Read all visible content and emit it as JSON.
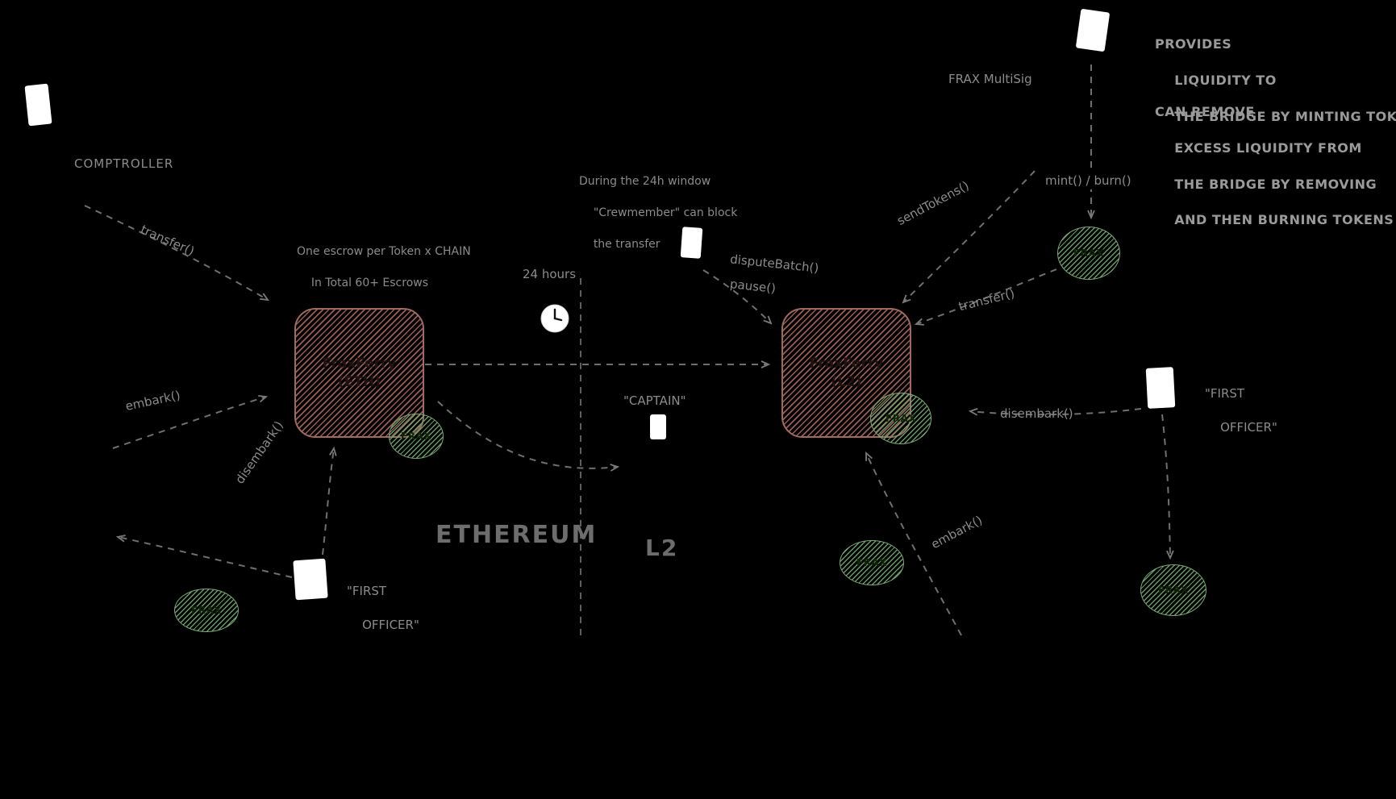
{
  "diagram": {
    "ethereum_label": "ETHEREUM",
    "l2_label": "L2",
    "clock_label": "24 hours",
    "comptroller_label": "COMPTROLLER",
    "transfer_left_label": "transfer()",
    "escrow_note": {
      "line1": "One escrow per Token x CHAIN",
      "line2": "In Total 60+ Escrows"
    },
    "left_box": {
      "line1": "FraxFerry",
      "line2": "(ETH)"
    },
    "right_box": {
      "line1": "FraxFerry",
      "line2": "(L2)"
    },
    "token_label": "FRAX",
    "embark_left_label": "embark()",
    "disembark_left_label": "disembark()",
    "officer_left": {
      "line1": "\"FIRST",
      "line2": "OFFICER\""
    },
    "captain_label": "\"CAPTAIN\"",
    "crew_note": {
      "line1": "During the 24h window",
      "line2": "\"Crewmember\" can block",
      "line3": "the transfer"
    },
    "dispute_label": "disputeBatch()",
    "pause_label": "pause()",
    "send_tokens_label": "sendTokens()",
    "multisig_label": "FRAX MultiSig",
    "mint_burn_label": "mint() / burn()",
    "transfer_right_label": "transfer()",
    "provides_note": {
      "line1": "PROVIDES",
      "line2": "LIQUIDITY TO",
      "line3": "THE BRIDGE BY MINTING TOKENS"
    },
    "remove_note": {
      "line1": "CAN REMOVE",
      "line2": "EXCESS LIQUIDITY FROM",
      "line3": "THE BRIDGE BY REMOVING",
      "line4": "AND THEN BURNING TOKENS"
    },
    "officer_right": {
      "line1": "\"FIRST",
      "line2": "OFFICER\""
    },
    "disembark_right_label": "disembark()",
    "embark_right_label": "embark()",
    "colors": {
      "background": "#000000",
      "box_stroke": "#a06a5e",
      "token_stroke": "#7aa977",
      "arrow": "#6f6f6f",
      "text": "#8b8b8b"
    }
  }
}
